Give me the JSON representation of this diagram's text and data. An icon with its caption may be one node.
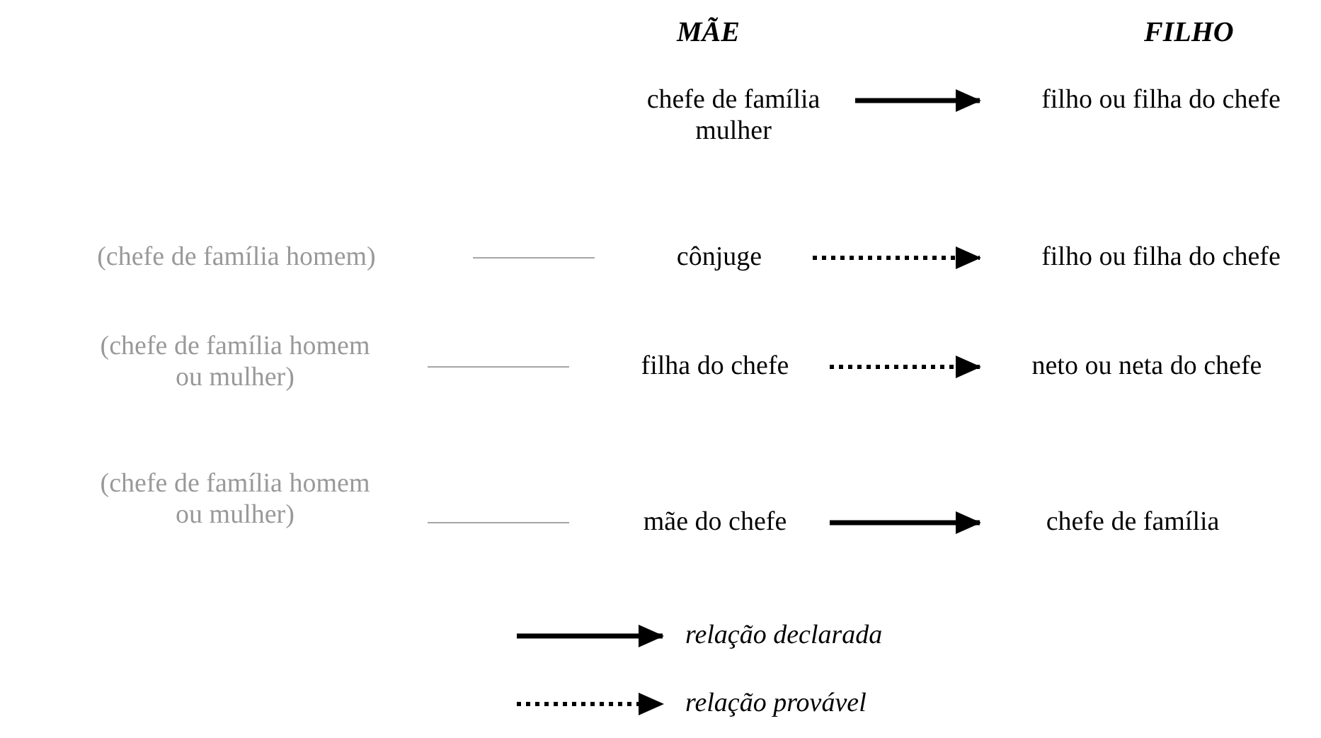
{
  "diagram": {
    "nodes": [
      {
        "text": [
          "chefe de família mulher"
        ]
      },
      {
        "text": [
          "filho ou filha do chefe"
        ]
      },
      {
        "text": [
          "(chefe de família homem)"
        ]
      },
      {
        "text": [
          "cônjuge"
        ]
      },
      {
        "text": [
          "filho ou filha do chefe"
        ]
      },
      {
        "text": [
          "(chefe de família homem ou mulher)"
        ]
      },
      {
        "text": [
          "filha do chefe"
        ]
      },
      {
        "text": [
          "neto ou neta do chefe"
        ]
      },
      {
        "text": [
          "(chefe de família homem ou mulher)"
        ]
      },
      {
        "text": [
          "mãe do chefe"
        ]
      },
      {
        "text": [
          "chefe de família"
        ]
      }
    ],
    "edges": [
      {
        "from": 0,
        "to": 1,
        "arrow": "to"
      },
      {
        "from": 2,
        "to": 3,
        "arrow": "none",
        "color": "#a6a6a6"
      },
      {
        "from": 3,
        "to": 4,
        "arrow": "to",
        "style": "dashed"
      },
      {
        "from": 5,
        "to": 6,
        "arrow": "none",
        "color": "#a6a6a6"
      },
      {
        "from": 6,
        "to": 7,
        "arrow": "to",
        "style": "dashed"
      },
      {
        "from": 8,
        "to": 9,
        "arrow": "none",
        "color": "#a6a6a6"
      },
      {
        "from": 9,
        "to": 10,
        "arrow": "to"
      }
    ],
    "labels": [
      "MÃE",
      "FILHO"
    ],
    "legend": [
      {
        "text": "relação declarada"
      },
      {
        "text": "relação provável"
      }
    ]
  }
}
